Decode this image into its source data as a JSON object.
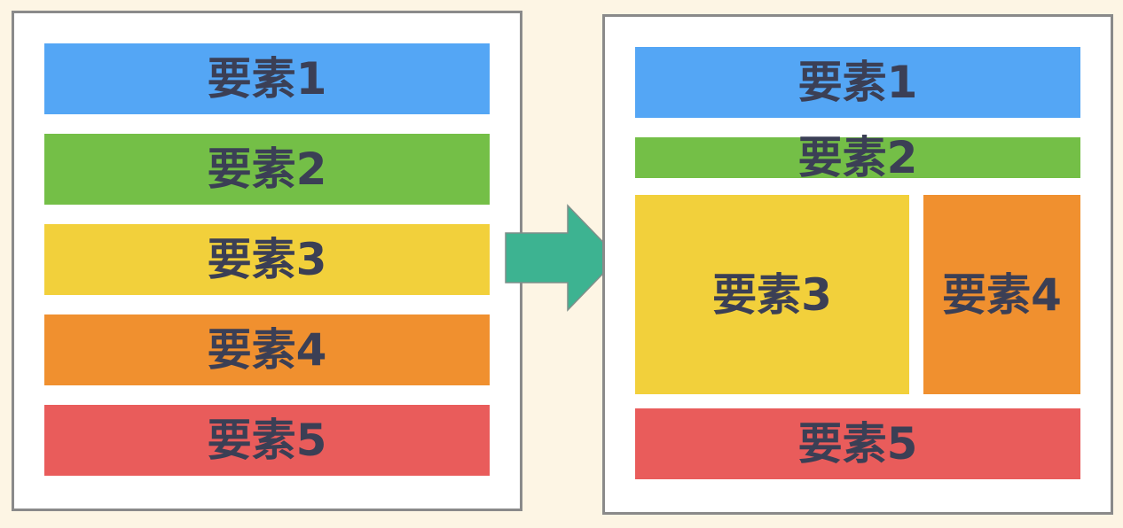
{
  "colors": {
    "background": "#fdf5e4",
    "panel_border": "#8a8a8a",
    "text": "#3b3f55",
    "blue": "#54a6f5",
    "green": "#74bf47",
    "yellow": "#f2d03b",
    "orange": "#f0902f",
    "red": "#e95c5b",
    "arrow": "#3db391"
  },
  "before": {
    "elements": [
      {
        "label": "要素1",
        "color": "#54a6f5"
      },
      {
        "label": "要素2",
        "color": "#74bf47"
      },
      {
        "label": "要素3",
        "color": "#f2d03b"
      },
      {
        "label": "要素4",
        "color": "#f0902f"
      },
      {
        "label": "要素5",
        "color": "#e95c5b"
      }
    ]
  },
  "after": {
    "elements": [
      {
        "label": "要素1",
        "color": "#54a6f5"
      },
      {
        "label": "要素2",
        "color": "#74bf47"
      },
      {
        "label": "要素3",
        "color": "#f2d03b"
      },
      {
        "label": "要素4",
        "color": "#f0902f"
      },
      {
        "label": "要素5",
        "color": "#e95c5b"
      }
    ]
  }
}
